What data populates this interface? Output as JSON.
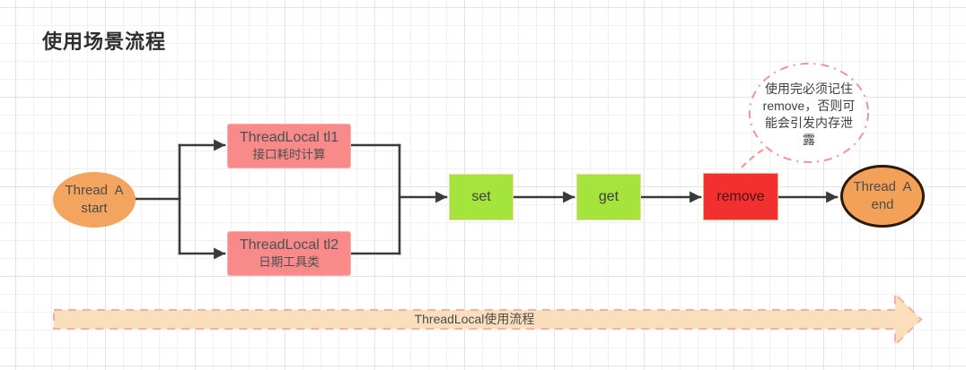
{
  "title": "使用场景流程",
  "nodes": {
    "start": {
      "line1": "Thread  A",
      "line2": "start",
      "fill": "#f3a45e"
    },
    "tl1": {
      "title": "ThreadLocal tl1",
      "subtitle": "接口耗时计算",
      "fill": "#f98a8a"
    },
    "tl2": {
      "title": "ThreadLocal tl2",
      "subtitle": "日期工具类",
      "fill": "#f98a8a"
    },
    "set": {
      "label": "set",
      "fill": "#a5e43c"
    },
    "get": {
      "label": "get",
      "fill": "#a5e43c"
    },
    "remove": {
      "label": "remove",
      "fill": "#f33030"
    },
    "end": {
      "line1": "Thread  A",
      "line2": "end",
      "fill": "#f3a159",
      "border_color": "#2c1a06"
    }
  },
  "annotation": {
    "lines": [
      "使用完必须记住",
      "remove，否则可",
      "能会引发内存泄",
      "露"
    ],
    "border_color": "#ef9596"
  },
  "banner": {
    "label": "ThreadLocal使用流程",
    "fill": "#fbdebc",
    "border_color": "#f2b2a2"
  },
  "connector_color": "#3a3a3a"
}
